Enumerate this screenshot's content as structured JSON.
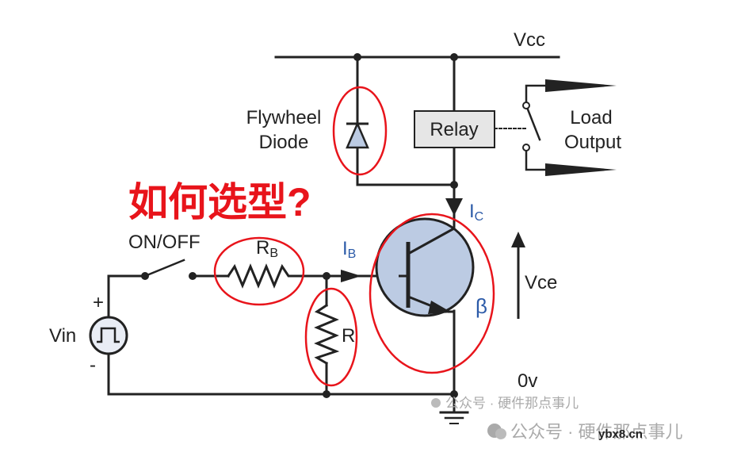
{
  "labels": {
    "vcc": "Vcc",
    "flywheel": "Flywheel",
    "diode": "Diode",
    "relay": "Relay",
    "load": "Load",
    "output": "Output",
    "question": "如何选型?",
    "on_off": "ON/OFF",
    "rb_main": "R",
    "rb_sub": "B",
    "ib_main": "I",
    "ib_sub": "B",
    "ic_main": "I",
    "ic_sub": "C",
    "vce": "Vce",
    "beta": "β",
    "vin": "Vin",
    "plus": "+",
    "minus": "-",
    "r": "R",
    "zero_v": "0v"
  },
  "watermark": {
    "text1": "公众号 · 硬件那点事儿",
    "text2": "公众号 · 硬件那点事儿",
    "site": "ybx8.cn"
  },
  "colors": {
    "wire": "#222222",
    "highlight": "#e8141b",
    "transistor_fill": "#bccbe3",
    "diode_fill": "#bccbe3",
    "relay_fill": "#e6e6e6",
    "blue_text": "#2b5aa8"
  }
}
